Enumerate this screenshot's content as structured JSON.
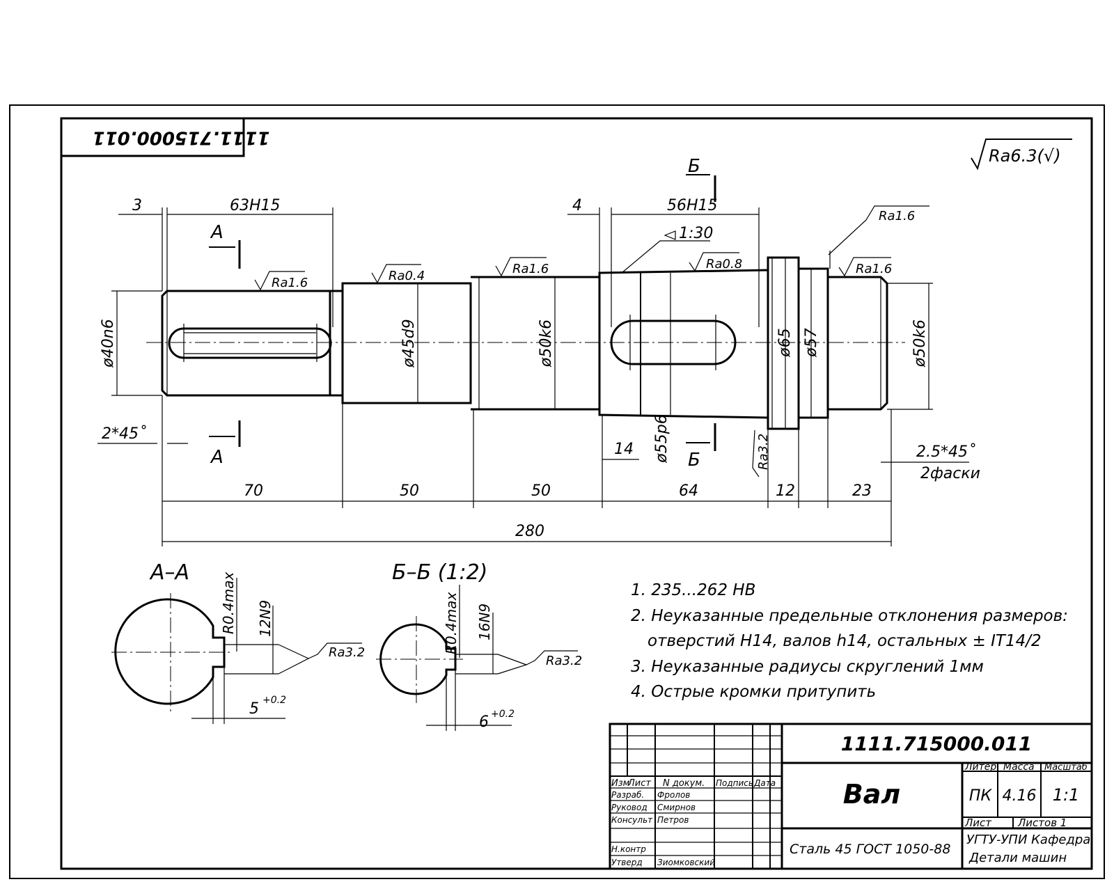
{
  "stamp_code_top": "1111.715000.011",
  "roughness_general": "Ra6.3(√)",
  "sections": {
    "a_top": "А",
    "a_bottom": "А",
    "b_top": "Б",
    "b_bottom": "Б",
    "aa_title": "А–А",
    "bb_title": "Б–Б (1:2)"
  },
  "dims": {
    "d3": "3",
    "d63h15": "63H15",
    "d4": "4",
    "d56h15": "56H15",
    "taper": "1:30",
    "ra16_a": "Ra1.6",
    "ra04": "Ra0.4",
    "ra16_b": "Ra1.6",
    "ra08": "Ra0.8",
    "ra16_c": "Ra1.6",
    "ra16_d": "Ra1.6",
    "ra32_side": "Ra3.2",
    "phi40": "ø40n6",
    "phi45": "ø45d9",
    "phi50": "ø50k6",
    "phi65": "ø65",
    "phi57": "ø57",
    "phi50b": "ø50k6",
    "phi55": "ø55p6",
    "ch2x45": "2*45˚",
    "ch25x45": "2.5*45˚",
    "ch_count": "2фаски",
    "d14": "14",
    "l70": "70",
    "l50a": "50",
    "l50b": "50",
    "l64": "64",
    "l12": "12",
    "l23": "23",
    "l280": "280"
  },
  "section_aa": {
    "radius": "R0.4max",
    "width": "12N9",
    "ra": "Ra3.2",
    "depth": "5",
    "tol": "+0.2"
  },
  "section_bb": {
    "radius": "R0.4max",
    "width": "16N9",
    "ra": "Ra3.2",
    "depth": "6",
    "tol": "+0.2"
  },
  "notes": [
    "1. 235...262 HB",
    "2. Неуказанные предельные отклонения размеров:",
    "отверстий H14, валов h14, остальных ± IT14/2",
    "3. Неуказанные радиусы скруглений 1мм",
    "4. Острые кромки притупить"
  ],
  "title_block": {
    "code": "1111.715000.011",
    "name": "Вал",
    "col_izm": "Изм",
    "col_list": "Лист",
    "col_ndoc": "N докум.",
    "col_sign": "Подпись",
    "col_date": "Дата",
    "razrab_label": "Разраб.",
    "razrab_name": "Фролов",
    "rukovod_label": "Руковод",
    "rukovod_name": "Смирнов",
    "konsult_label": "Консульт",
    "konsult_name": "Петров",
    "nkontr_label": "Н.контр",
    "utverd_label": "Утверд",
    "utverd_name": "Зиомковский",
    "liter_label": "Литер",
    "massa_label": "Масса",
    "masshtab_label": "Масштаб",
    "liter": "ПК",
    "massa": "4.16",
    "masshtab": "1:1",
    "list_label": "Лист",
    "listov_label": "Листов 1",
    "material": "Сталь 45 ГОСТ 1050-88",
    "org1": "УГТУ-УПИ Кафедра",
    "org2": "Детали машин"
  }
}
